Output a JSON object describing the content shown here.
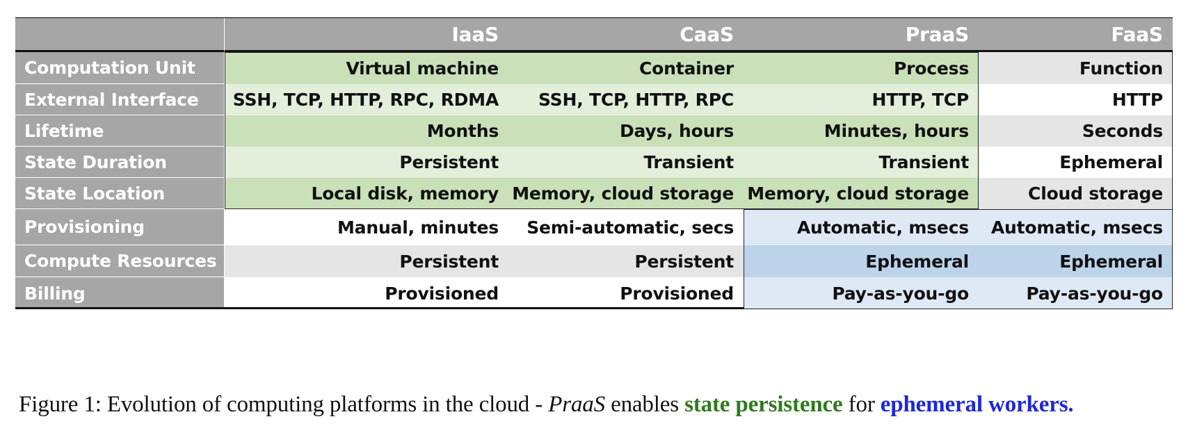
{
  "table": {
    "headers": [
      "",
      "IaaS",
      "CaaS",
      "PraaS",
      "FaaS"
    ],
    "rows": [
      {
        "label": "Computation Unit",
        "cells": [
          "Virtual machine",
          "Container",
          "Process",
          "Function"
        ]
      },
      {
        "label": "External Interface",
        "cells": [
          "SSH, TCP, HTTP, RPC, RDMA",
          "SSH, TCP, HTTP, RPC",
          "HTTP, TCP",
          "HTTP"
        ]
      },
      {
        "label": "Lifetime",
        "cells": [
          "Months",
          "Days, hours",
          "Minutes, hours",
          "Seconds"
        ]
      },
      {
        "label": "State Duration",
        "cells": [
          "Persistent",
          "Transient",
          "Transient",
          "Ephemeral"
        ]
      },
      {
        "label": "State Location",
        "cells": [
          "Local disk, memory",
          "Memory, cloud storage",
          "Memory, cloud storage",
          "Cloud storage"
        ]
      },
      {
        "label": "Provisioning",
        "cells": [
          "Manual, minutes",
          "Semi-automatic, secs",
          "Automatic, msecs",
          "Automatic, msecs"
        ]
      },
      {
        "label": "Compute Resources",
        "cells": [
          "Persistent",
          "Persistent",
          "Ephemeral",
          "Ephemeral"
        ]
      },
      {
        "label": "Billing",
        "cells": [
          "Provisioned",
          "Provisioned",
          "Pay-as-you-go",
          "Pay-as-you-go"
        ]
      }
    ]
  },
  "caption": {
    "prefix": "Figure 1: Evolution of computing platforms in the cloud - ",
    "emphasis": "PraaS",
    "middle": " enables ",
    "highlight_green": "state persistence",
    "connector": " for ",
    "highlight_blue": "ephemeral workers."
  },
  "colors": {
    "header_gray": "#a6a6a6",
    "green_dark": "#c9e0b8",
    "green_light": "#e3eedb",
    "blue_dark": "#bdd3ea",
    "blue_light": "#dfe9f5",
    "gray_light": "#e5e5e5",
    "caption_green": "#2f7a1f",
    "caption_blue": "#1f28d6"
  }
}
